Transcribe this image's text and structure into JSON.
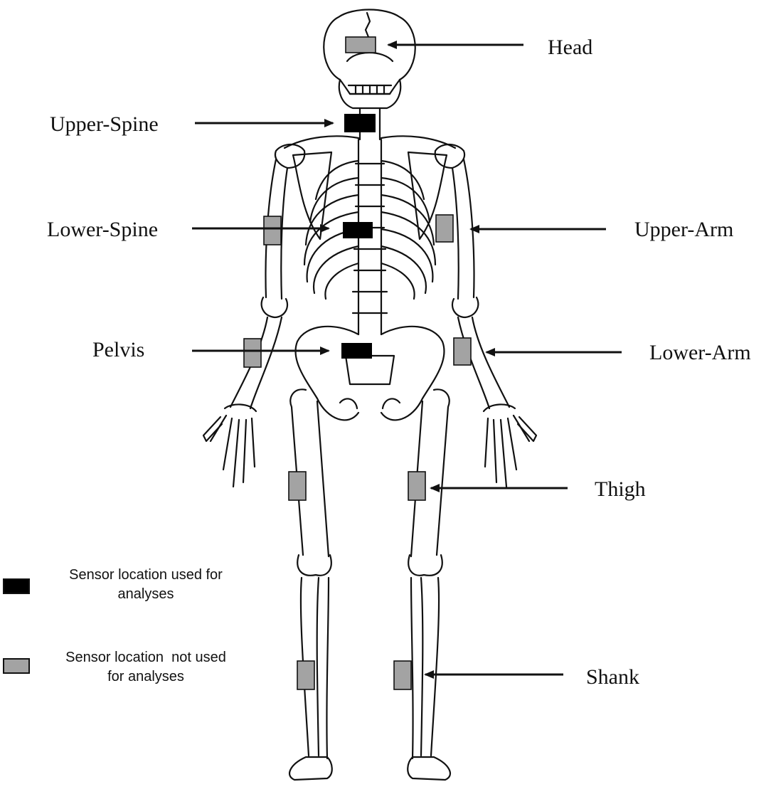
{
  "colors": {
    "used_sensor": "#000000",
    "unused_sensor": "#a3a3a3",
    "line": "#111111",
    "background": "#ffffff"
  },
  "labels": {
    "head": "Head",
    "upper_spine": "Upper-Spine",
    "lower_spine": "Lower-Spine",
    "pelvis": "Pelvis",
    "upper_arm": "Upper-Arm",
    "lower_arm": "Lower-Arm",
    "thigh": "Thigh",
    "shank": "Shank"
  },
  "legend": {
    "used": {
      "line1": "Sensor location used for",
      "line2": "analyses"
    },
    "not_used": {
      "line1": "Sensor location  not used",
      "line2": "for analyses"
    }
  }
}
